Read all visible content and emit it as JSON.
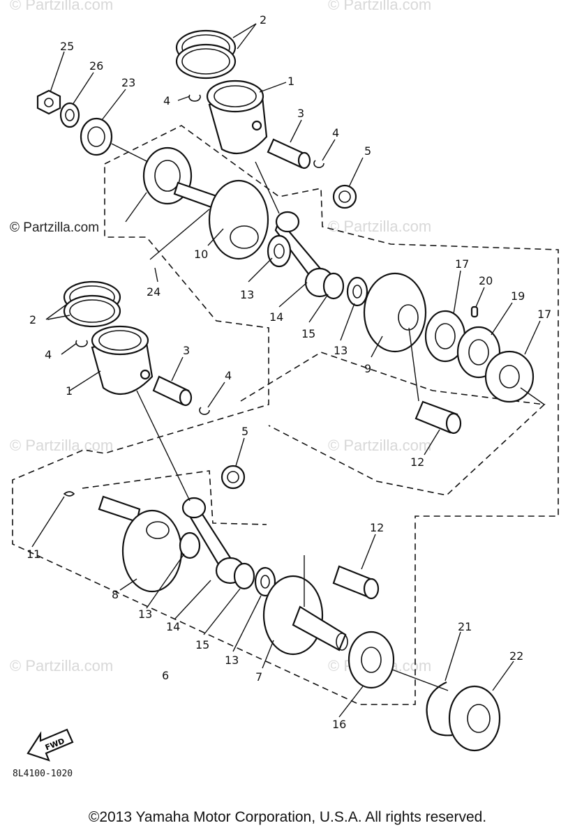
{
  "watermark": "© Partzilla.com",
  "diagram_code": "8L4100-1020",
  "copyright": "©2013  Yamaha Motor Corporation, U.S.A. All rights reserved.",
  "fwd_label": "FWD",
  "callouts": {
    "c25": "25",
    "c26": "26",
    "c23": "23",
    "c2a": "2",
    "c1a": "1",
    "c4a": "4",
    "c3a": "3",
    "c4b": "4",
    "c5a": "5",
    "c10": "10",
    "c24": "24",
    "c13a": "13",
    "c14a": "14",
    "c15a": "15",
    "c13b": "13",
    "c9": "9",
    "c17a": "17",
    "c20": "20",
    "c19": "19",
    "c17b": "17",
    "c2b": "2",
    "c4c": "4",
    "c3b": "3",
    "c1b": "1",
    "c4d": "4",
    "c5b": "5",
    "c12a": "12",
    "c11": "11",
    "c12b": "12",
    "c8": "8",
    "c13c": "13",
    "c14b": "14",
    "c15b": "15",
    "c13d": "13",
    "c7": "7",
    "c16": "16",
    "c6": "6",
    "c21": "21",
    "c22": "22"
  }
}
